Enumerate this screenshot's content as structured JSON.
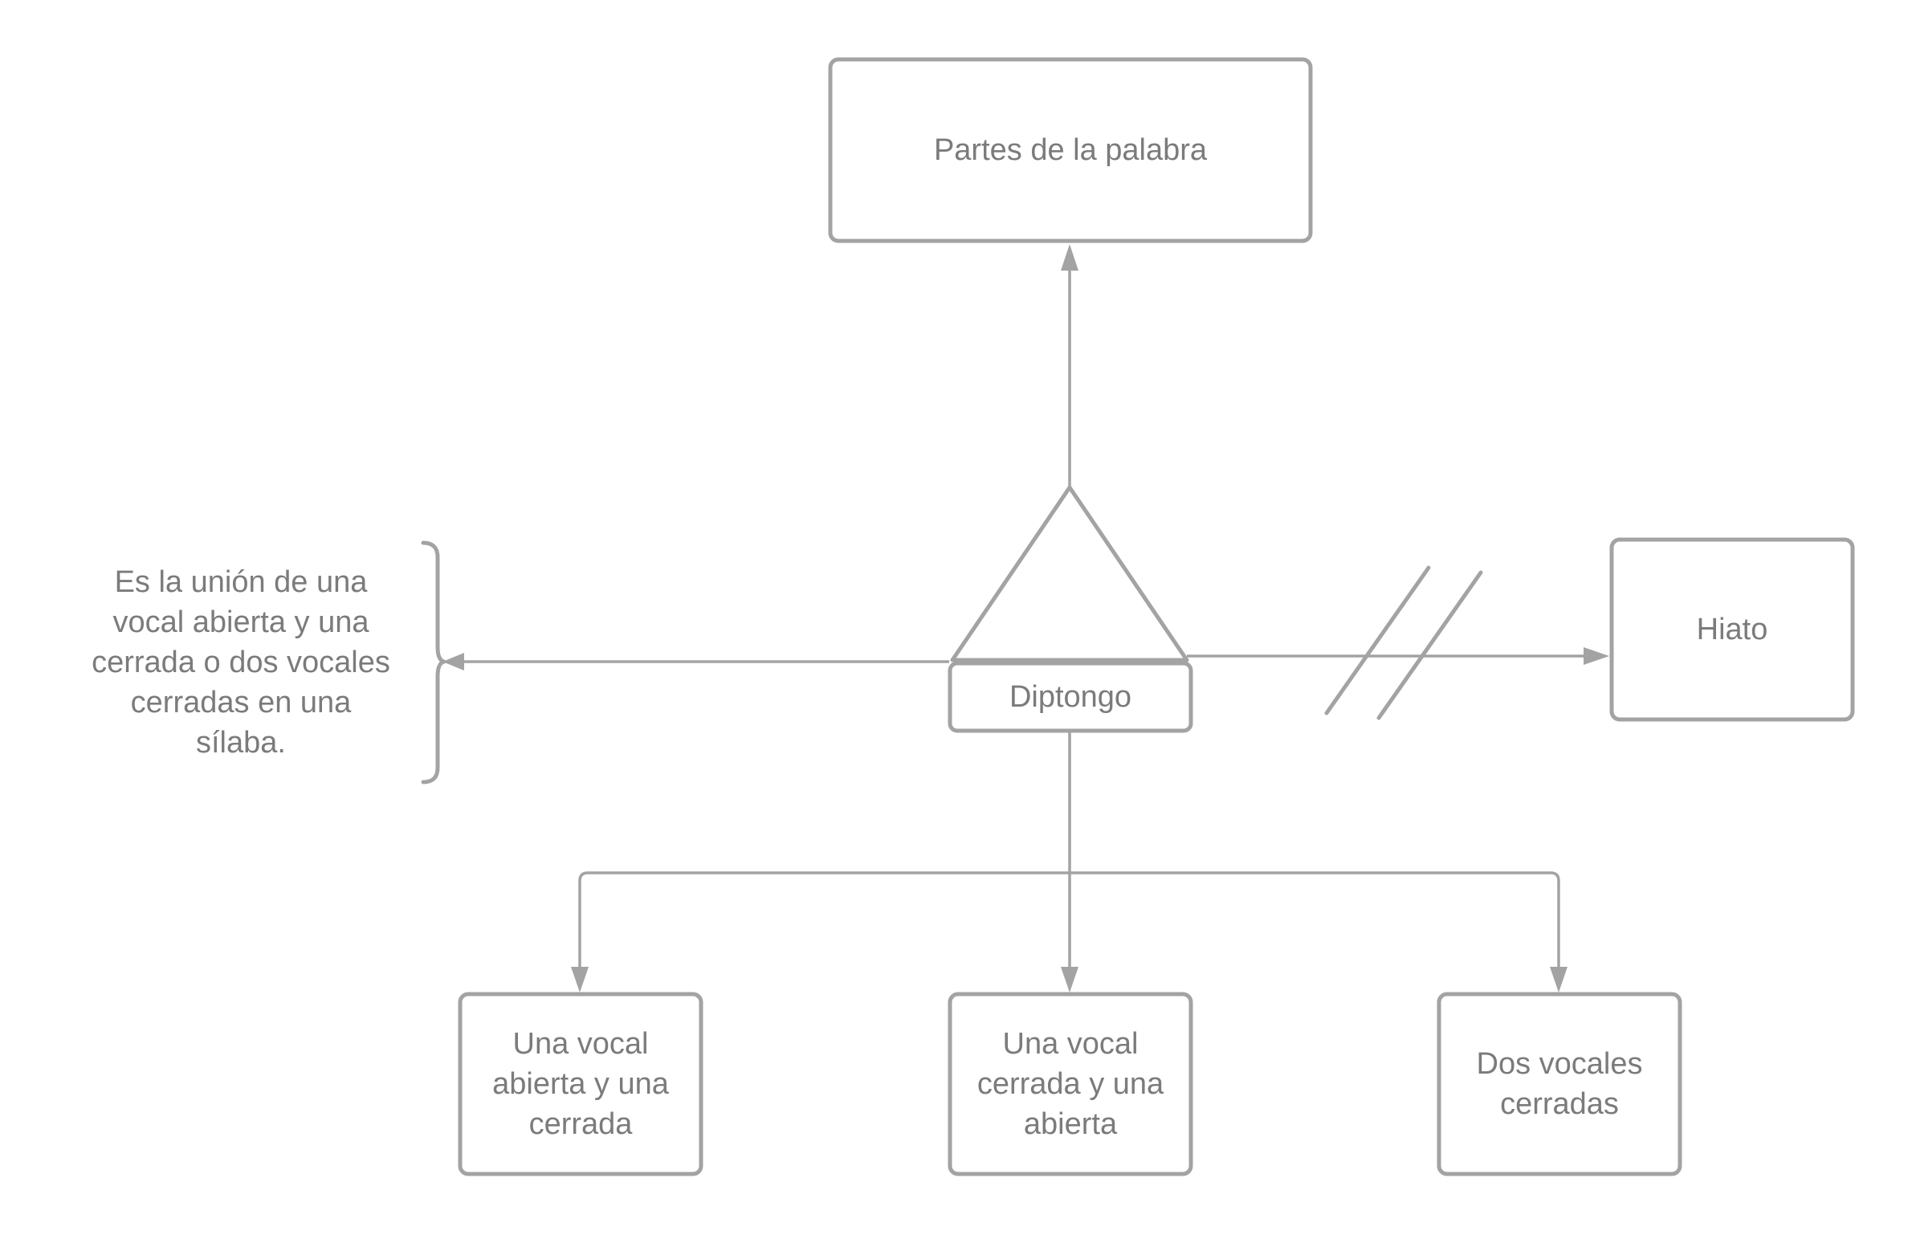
{
  "diagram": {
    "title_node": {
      "label": "Partes de la palabra"
    },
    "center_node": {
      "label": "Diptongo"
    },
    "hiato_node": {
      "label": "Hiato"
    },
    "definition": {
      "text": "Es la unión de una\nvocal abierta y una\ncerrada o dos vocales\ncerradas en una\nsílaba."
    },
    "children": [
      {
        "label": "Una vocal\nabierta y una\ncerrada"
      },
      {
        "label": "Una vocal\ncerrada y una\nabierta"
      },
      {
        "label": "Dos vocales\ncerradas"
      }
    ],
    "colors": {
      "stroke": "#a3a3a3",
      "text": "#7b7b7b",
      "background": "#ffffff"
    }
  }
}
